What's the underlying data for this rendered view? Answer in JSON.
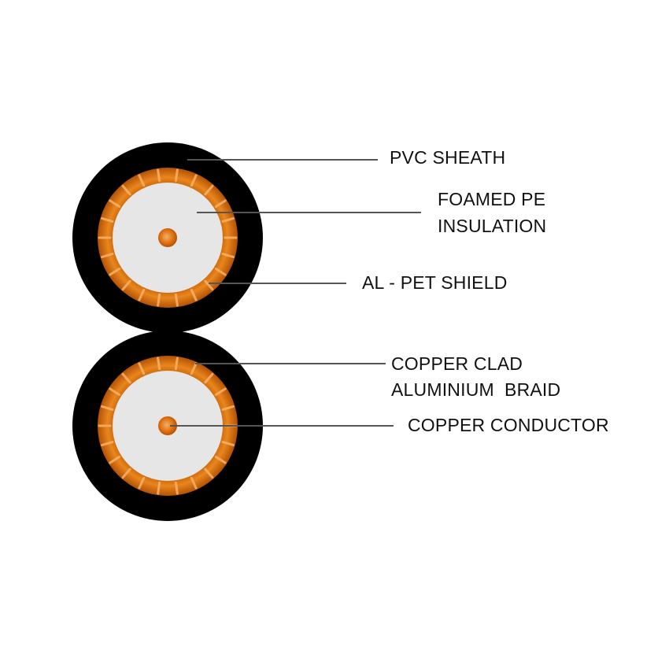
{
  "colors": {
    "sheath": "#000000",
    "shield_orange": "#e07a10",
    "shield_dark": "#b45608",
    "shield_light": "#f6a14a",
    "insulation": "#e6e6e6",
    "conductor": "#d9650a",
    "leader_line": "#555555"
  },
  "labels": {
    "pvc_sheath": "PVC SHEATH",
    "foamed_pe_line1": "FOAMED PE",
    "foamed_pe_line2": "INSULATION",
    "al_pet_shield": "AL - PET SHIELD",
    "copper_clad_line1": "COPPER CLAD",
    "copper_clad_line2": "ALUMINIUM  BRAID",
    "copper_conductor": "COPPER CONDUCTOR"
  }
}
